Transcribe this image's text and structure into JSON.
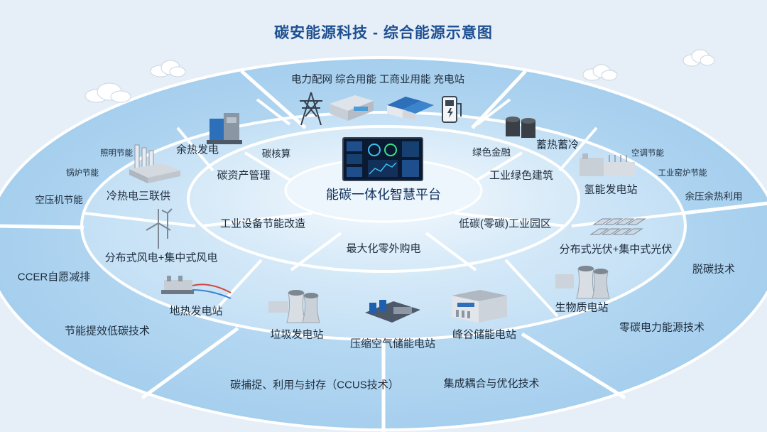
{
  "title": "碳安能源科技 - 综合能源示意图",
  "top_band": {
    "label": "电力配网 综合用能 工商业用能 充电站"
  },
  "center": {
    "label": "能碳一体化智慧平台"
  },
  "inner_ring": [
    "碳核算",
    "碳资产管理",
    "绿色金融",
    "工业绿色建筑",
    "工业设备节能改造",
    "最大化零外购电",
    "低碳(零碳)工业园区"
  ],
  "middle_ring": [
    "余热发电",
    "冷热电三联供",
    "蓄热蓄冷",
    "氢能发电站",
    "分布式风电+集中式风电",
    "地热发电站",
    "分布式光伏+集中式光伏",
    "生物质电站",
    "垃圾发电站",
    "压缩空气储能电站",
    "峰谷储能电站"
  ],
  "outer_ring": [
    "照明节能",
    "锅炉节能",
    "空压机节能",
    "空调节能",
    "工业窑炉节能",
    "余压余热利用",
    "CCER自愿减排",
    "节能提效低碳技术",
    "脱碳技术",
    "零碳电力能源技术",
    "碳捕捉、利用与封存（CCUS技术）",
    "集成耦合与优化技术"
  ],
  "colors": {
    "title": "#1d4f91",
    "ring_outer": "#aed3f0",
    "ring_mid": "#c6e1f5",
    "ring_inner": "#dcecf9",
    "center": "#eef6fd",
    "divider": "#ffffff",
    "background": "#e6eef7"
  },
  "icons": [
    "transmission-tower-icon",
    "factory-building-icon",
    "warehouse-icon",
    "charging-station-icon",
    "dashboard-screen-icon",
    "boiler-plant-icon",
    "chp-plant-icon",
    "storage-tanks-icon",
    "hydrogen-plant-icon",
    "wind-turbine-icon",
    "geothermal-plant-icon",
    "solar-panel-icon",
    "biomass-cooling-tower-icon",
    "waste-power-tower-icon",
    "compressed-air-storage-icon",
    "peak-valley-storage-icon",
    "cloud-icon"
  ]
}
